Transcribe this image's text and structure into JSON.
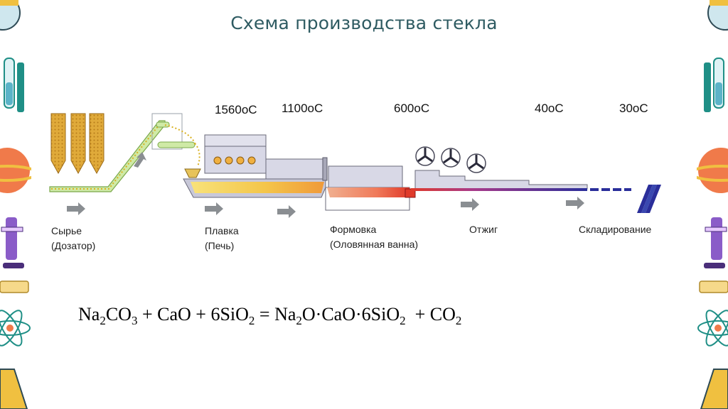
{
  "title": "Схема производства стекла",
  "temperatures": [
    "1560оС",
    "1100оС",
    "600оС",
    "40оС",
    "30оС"
  ],
  "stages": [
    {
      "line1": "Сырье",
      "line2": "(Дозатор)"
    },
    {
      "line1": "Плавка",
      "line2": "(Печь)"
    },
    {
      "line1": "Формовка",
      "line2": "(Оловянная ванна)"
    },
    {
      "line1": "Отжиг",
      "line2": ""
    },
    {
      "line1": "Складирование",
      "line2": ""
    }
  ],
  "formula": {
    "t1": "Na",
    "s1": "2",
    "t2": "CO",
    "s2": "3",
    "t3": " + CaO + 6SiO",
    "s3": "2",
    "t4": " = Na",
    "s4": "2",
    "t5": "O·CaO·6SiO",
    "s5": "2",
    "t6": "  + CO",
    "s6": "2"
  },
  "colors": {
    "title": "#2e5b62",
    "conveyor_green": "#b8e08a",
    "hopper": "#e0aa3a",
    "furnace": "#d8d8e6",
    "melt": "#f4d25a",
    "tin_red": "#e03a2a",
    "ribbon_blue": "#2a2e9a",
    "decoration_teal": "#1f8f86",
    "decoration_orange": "#f07a4a",
    "decoration_purple": "#8a5cc8"
  }
}
